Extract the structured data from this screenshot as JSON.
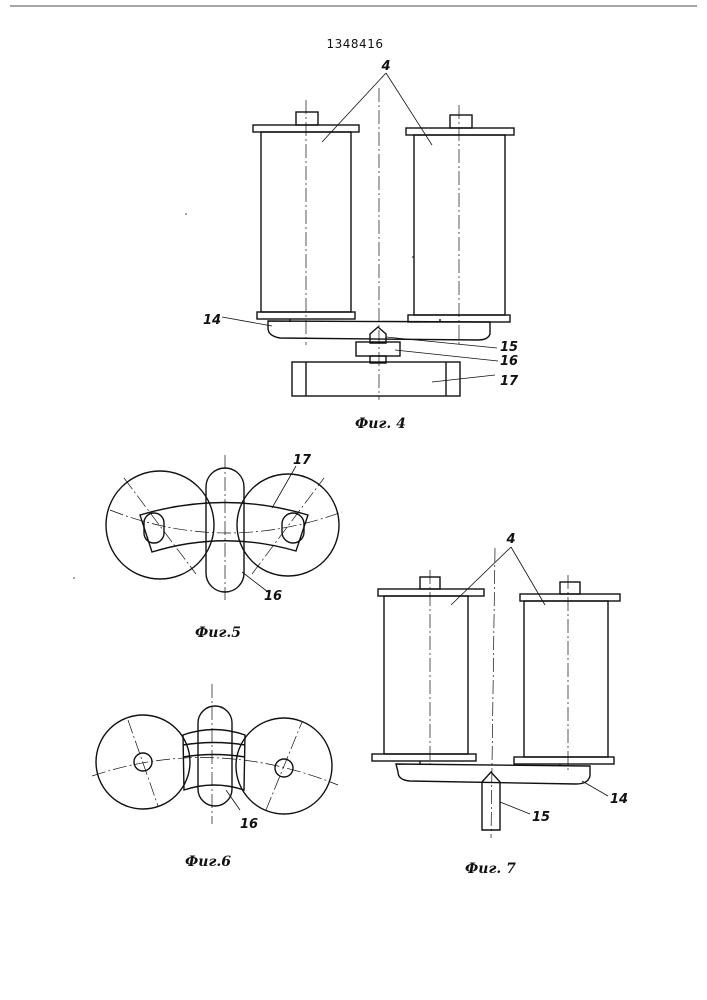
{
  "patent_number": "1348416",
  "figures": {
    "fig4": {
      "caption": "Фиг. 4",
      "labels": {
        "rollers": "4",
        "plate": "14",
        "pin": "15",
        "block": "16",
        "bar": "17"
      }
    },
    "fig5": {
      "caption": "Фиг.5",
      "labels": {
        "bar": "17",
        "block": "16"
      }
    },
    "fig6": {
      "caption": "Фиг.6",
      "labels": {
        "block": "16"
      }
    },
    "fig7": {
      "caption": "Фиг. 7",
      "labels": {
        "rollers": "4",
        "plate": "14",
        "pin": "15"
      }
    }
  }
}
